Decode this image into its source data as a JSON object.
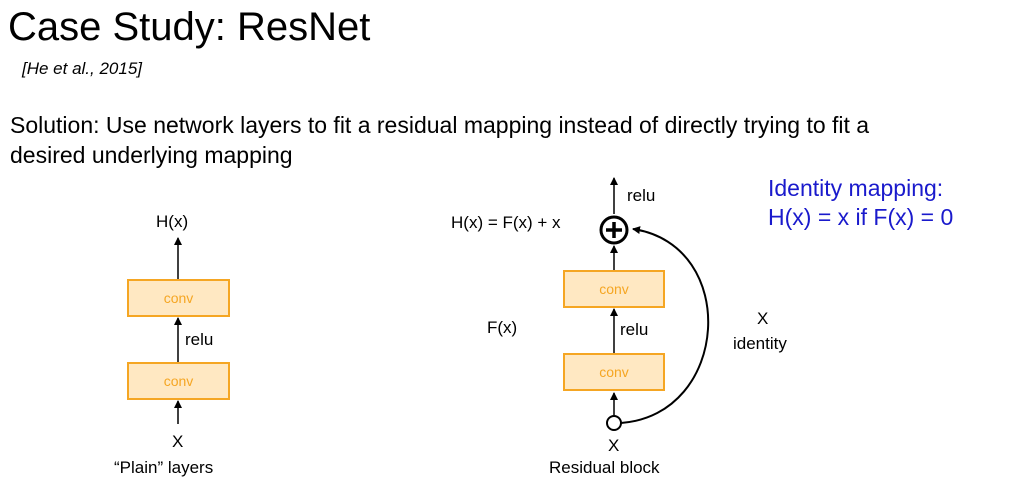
{
  "slide": {
    "title": "Case Study: ResNet",
    "citation": "[He et al., 2015]",
    "solution_line1": "Solution: Use network layers to fit a residual mapping instead of directly trying to fit a",
    "solution_line2": "desired underlying mapping"
  },
  "plain": {
    "output_label": "H(x)",
    "top_conv": "conv",
    "relu": "relu",
    "bottom_conv": "conv",
    "input_label": "X",
    "caption": "“Plain” layers"
  },
  "residual": {
    "sum_label": "H(x) = F(x) + x",
    "top_relu": "relu",
    "top_conv": "conv",
    "fx_label": "F(x)",
    "mid_relu": "relu",
    "bottom_conv": "conv",
    "skip_x": "X",
    "skip_identity": "identity",
    "input_label": "X",
    "caption": "Residual block"
  },
  "note": {
    "line1": "Identity mapping:",
    "line2": "H(x) = x if F(x) = 0",
    "color": "#1a1acc"
  }
}
